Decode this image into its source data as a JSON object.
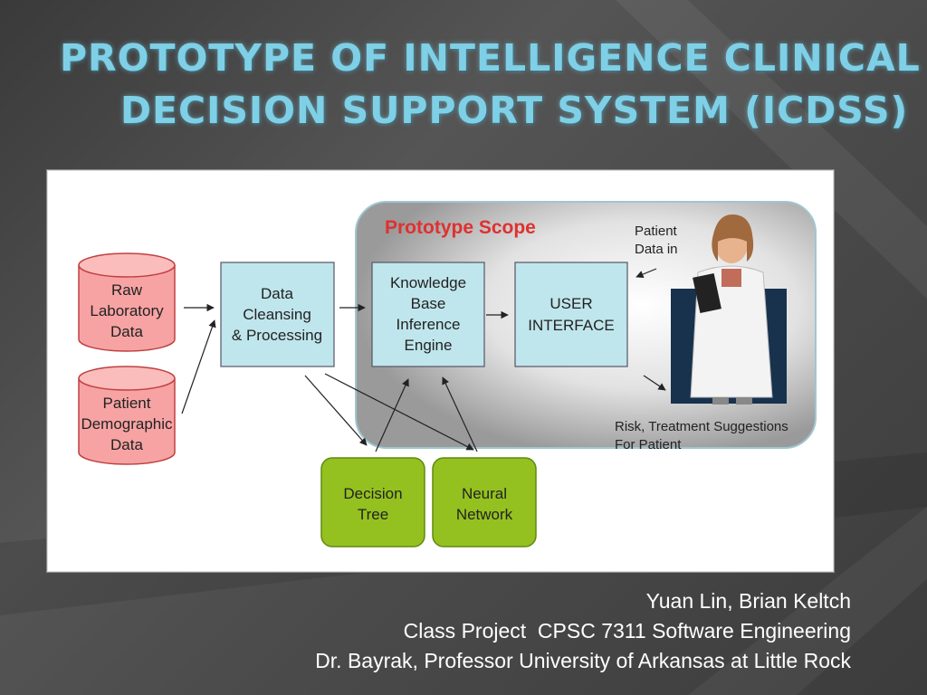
{
  "slide": {
    "title_line1": "PROTOTYPE OF INTELLIGENCE CLINICAL",
    "title_line2": "DECISION SUPPORT SYSTEM (ICDSS)"
  },
  "diagram": {
    "scope_label": "Prototype Scope",
    "raw_lab": [
      "Raw",
      "Laboratory",
      "Data"
    ],
    "patient_demo": [
      "Patient",
      "Demographic",
      "Data"
    ],
    "cleansing": [
      "Data",
      "Cleansing",
      "& Processing"
    ],
    "knowledge": [
      "Knowledge",
      "Base",
      "Inference",
      "Engine"
    ],
    "ui": [
      "USER",
      "INTERFACE"
    ],
    "patient_in": [
      "Patient",
      "Data in"
    ],
    "risk": [
      "Risk, Treatment Suggestions",
      "For Patient"
    ],
    "decision_tree": [
      "Decision",
      "Tree"
    ],
    "neural_net": [
      "Neural",
      "Network"
    ]
  },
  "credits": {
    "line1": "Yuan Lin, Brian Keltch",
    "line2": "Class Project  CPSC 7311 Software Engineering",
    "line3": "Dr. Bayrak, Professor University of Arkansas at Little Rock"
  },
  "colors": {
    "title": "#7fd0e6",
    "cylinder": "#f7a3a3",
    "process_box": "#bfe6ec",
    "green_box": "#94c11f",
    "scope_label": "#e03030"
  }
}
